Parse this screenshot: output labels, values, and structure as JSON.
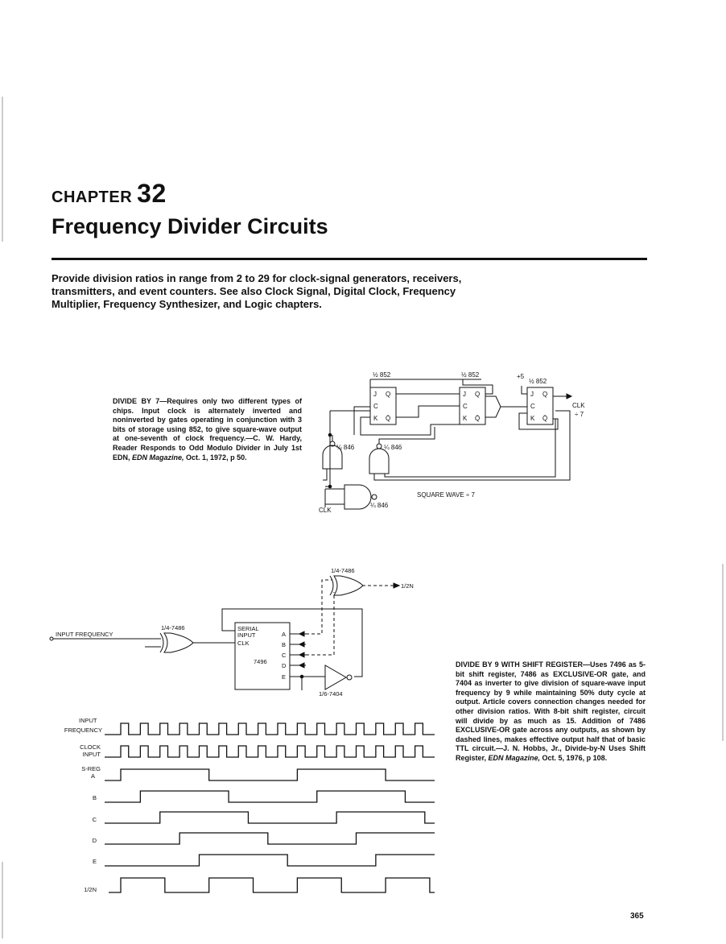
{
  "chapter": {
    "label": "CHAPTER",
    "number": "32"
  },
  "title": "Frequency Divider Circuits",
  "intro": "Provide division ratios in range from 2 to 29 for clock-signal generators, receivers, transmitters, and event counters. See also Clock Signal, Digital Clock, Frequency Multiplier, Frequency Synthesizer, and Logic chapters.",
  "figure1": {
    "caption_head": "DIVIDE BY 7",
    "caption_body": "—Requires only two different types of chips. Input clock is alternately inverted and noninverted by gates operating in conjunction with 3 bits of storage using 852, to give square-wave output at one-seventh of clock frequency.—C. W. Hardy, Reader Responds to Odd Modulo Divider in July 1st EDN, ",
    "caption_source": "EDN Magazine,",
    "caption_date": " Oct. 1, 1972, p 50.",
    "labels": {
      "ff1": "½ 852",
      "ff2": "½ 852",
      "ff3": "½ 852",
      "plus5": "+5",
      "j": "J",
      "q": "Q",
      "c": "C",
      "k": "K",
      "qbar": "Q̄",
      "clk_out": "CLK",
      "div7": "÷ 7",
      "g1": "¼ 846",
      "g2": "¼ 846",
      "g3": "¼ 846",
      "square": "SQUARE WAVE ÷ 7",
      "clk_in": "CLK"
    }
  },
  "figure2": {
    "caption_head": "DIVIDE BY 9 WITH SHIFT REGISTER",
    "caption_body": "—Uses 7496 as 5-bit shift register, 7486 as EXCLUSIVE-OR gate, and 7404 as inverter to give division of square-wave input frequency by 9 while maintaining 50% duty cycle at output. Article covers connection changes needed for other division ratios. With 8-bit shift register, circuit will divide by as much as 15. Addition of 7486 EXCLUSIVE-OR gate across any outputs, as shown by dashed lines, makes effective output half that of basic TTL circuit.—J. N. Hobbs, Jr., Divide-by-N Uses Shift Register, ",
    "caption_source": "EDN Magazine,",
    "caption_date": " Oct. 5, 1976, p 108.",
    "labels": {
      "xor_top": "1/4-7486",
      "half_n": "1/2N",
      "input_freq": "INPUT FREQUENCY",
      "xor_in": "1/4-7486",
      "serial": "SERIAL",
      "input": "INPUT",
      "clk": "CLK",
      "chip": "7496",
      "a": "A",
      "b": "B",
      "c": "C",
      "d": "D",
      "e": "E",
      "inv": "1/6-7404"
    }
  },
  "timing": {
    "signals": [
      {
        "label1": "INPUT",
        "label2": "FREQUENCY"
      },
      {
        "label1": "CLOCK",
        "label2": "INPUT"
      },
      {
        "label1": "S-REG",
        "label2": "A"
      },
      {
        "label1": "B",
        "label2": ""
      },
      {
        "label1": "C",
        "label2": ""
      },
      {
        "label1": "D",
        "label2": ""
      },
      {
        "label1": "E",
        "label2": ""
      },
      {
        "label1": "1/2N",
        "label2": ""
      }
    ]
  },
  "page_number": "365"
}
